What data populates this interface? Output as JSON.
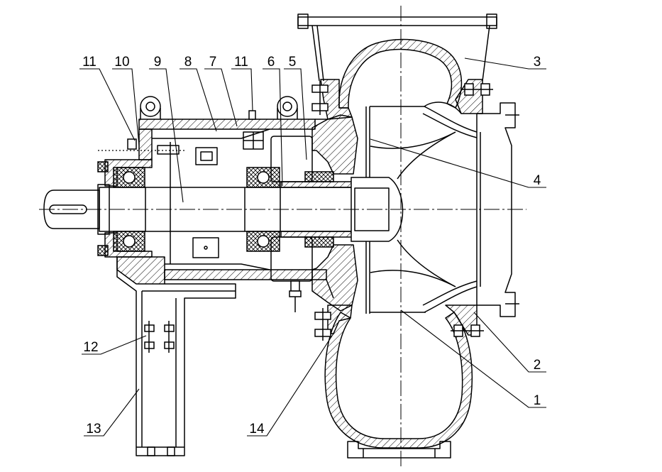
{
  "diagram": {
    "callouts": [
      "11",
      "10",
      "9",
      "8",
      "7",
      "11",
      "6",
      "5",
      "3",
      "4",
      "2",
      "1",
      "12",
      "13",
      "14"
    ]
  },
  "colors": {
    "line": "#000000",
    "background": "#ffffff"
  }
}
